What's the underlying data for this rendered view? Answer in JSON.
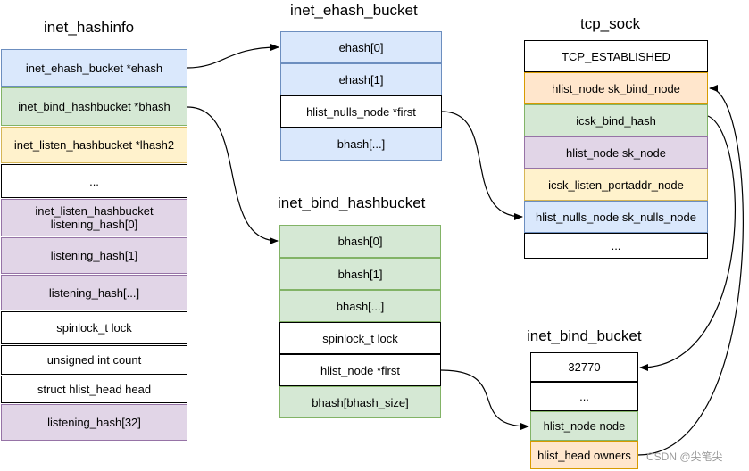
{
  "titles": {
    "inet_hashinfo": "inet_hashinfo",
    "inet_ehash_bucket": "inet_ehash_bucket",
    "tcp_sock": "tcp_sock",
    "inet_bind_hashbucket": "inet_bind_hashbucket",
    "inet_bind_bucket": "inet_bind_bucket"
  },
  "hashinfo": [
    "inet_ehash_bucket *ehash",
    "inet_bind_hashbucket *bhash",
    "inet_listen_hashbucket *lhash2",
    "...",
    "inet_listen_hashbucket\nlistening_hash[0]",
    "listening_hash[1]",
    "listening_hash[...]",
    "spinlock_t lock",
    "unsigned int count",
    "struct hlist_head head",
    "listening_hash[32]"
  ],
  "ehash": [
    "ehash[0]",
    "ehash[1]",
    "hlist_nulls_node *first",
    "bhash[...]"
  ],
  "bind_hashbucket": [
    "bhash[0]",
    "bhash[1]",
    "bhash[...]",
    "spinlock_t lock",
    "hlist_node *first",
    "bhash[bhash_size]"
  ],
  "tcp_sock": [
    "TCP_ESTABLISHED",
    "hlist_node sk_bind_node",
    "icsk_bind_hash",
    "hlist_node sk_node",
    "icsk_listen_portaddr_node",
    "hlist_nulls_node sk_nulls_node",
    "..."
  ],
  "bind_bucket": [
    "32770",
    "...",
    "hlist_node node",
    "hlist_head owners"
  ],
  "watermark": "CSDN @尖笔尖",
  "colors": {
    "blue_fill": "#dae8fc",
    "green_fill": "#d5e8d4",
    "yellow_fill": "#fff2cc",
    "purple_fill": "#e1d5e7",
    "orange_fill": "#ffe6cc"
  }
}
